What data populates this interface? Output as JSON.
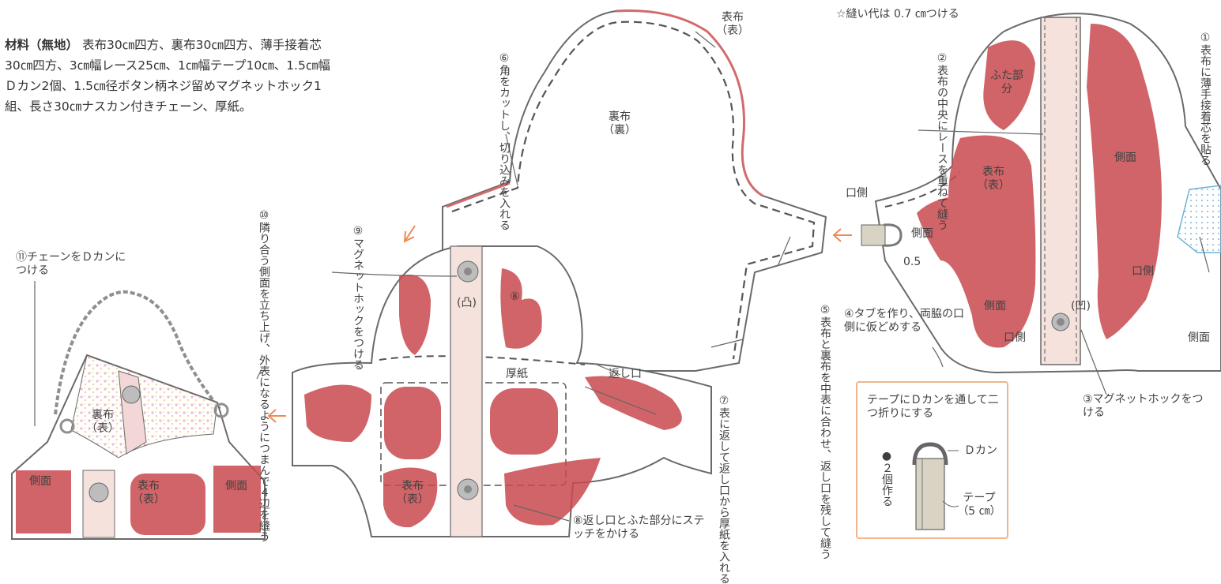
{
  "materials": {
    "heading": "材料（無地）",
    "body": "表布30㎝四方、裏布30㎝四方、薄手接着芯30㎝四方、3㎝幅レース25㎝、1㎝幅テープ10㎝、1.5㎝幅Ｄカン2個、1.5㎝径ボタン柄ネジ留めマグネットホック1組、長さ30㎝ナスカン付きチェーン、厚紙。"
  },
  "seam_note": "☆縫い代は 0.7 ㎝つける",
  "labels": {
    "step1": "①表布に薄手接着芯を貼る",
    "step2": "②表布の中央にレースを重ねて縫う",
    "step3": "③マグネットホックをつける",
    "step4": "④タブを作り、両脇の口側に仮どめする",
    "step5": "⑤表布と裏布を中表に合わせ、返し口を残して縫う",
    "step6": "⑥角をカットし、切り込みを入れる",
    "step7": "⑦表に返して返し口から厚紙を入れる",
    "step8": "⑧返し口とふた部分にステッチをかける",
    "step8_mark": "⑧",
    "step9": "⑨マグネットホックをつける",
    "step10": "⑩隣り合う側面を立ち上げ、外表になるようにつまんで４辺を縫う",
    "step11": "⑪チェーンをＤカンにつける"
  },
  "part_labels": {
    "omote_ura_top": "表布（表）",
    "urafu_ura": "裏布（裏）",
    "futa_bubun": "ふた部分",
    "omote_right": "表布（表）",
    "sokumen_r1": "側面",
    "sokumen_r2": "側面",
    "sokumen_r3": "側面",
    "sokumen_r4": "側面",
    "kuchigawa_1": "口側",
    "kuchigawa_2": "口側",
    "kuchigawa_3": "口側",
    "dimension": "0.5",
    "ou": "(凹)",
    "totsu": "(凸)",
    "kaeshiguchi": "返し口",
    "atsugami": "厚紙",
    "omote_mid": "表布（表）",
    "urafu_bag": "裏布（表）",
    "omote_bag": "表布（表）",
    "sokumen_bag_l": "側面",
    "sokumen_bag_r": "側面"
  },
  "tab_box": {
    "instruction": "テープにＤカンを通して二つ折りにする",
    "d_can": "Ｄカン",
    "tape": "テープ（5 ㎝）",
    "count": "●２個作る"
  },
  "colors": {
    "fabric_red": "#c9494e",
    "outline": "#6a6a6a",
    "lace": "#f2d9d4",
    "arrow": "#f08a52",
    "interfacing": "#a8d4ea",
    "box_border": "#f2b48a"
  }
}
